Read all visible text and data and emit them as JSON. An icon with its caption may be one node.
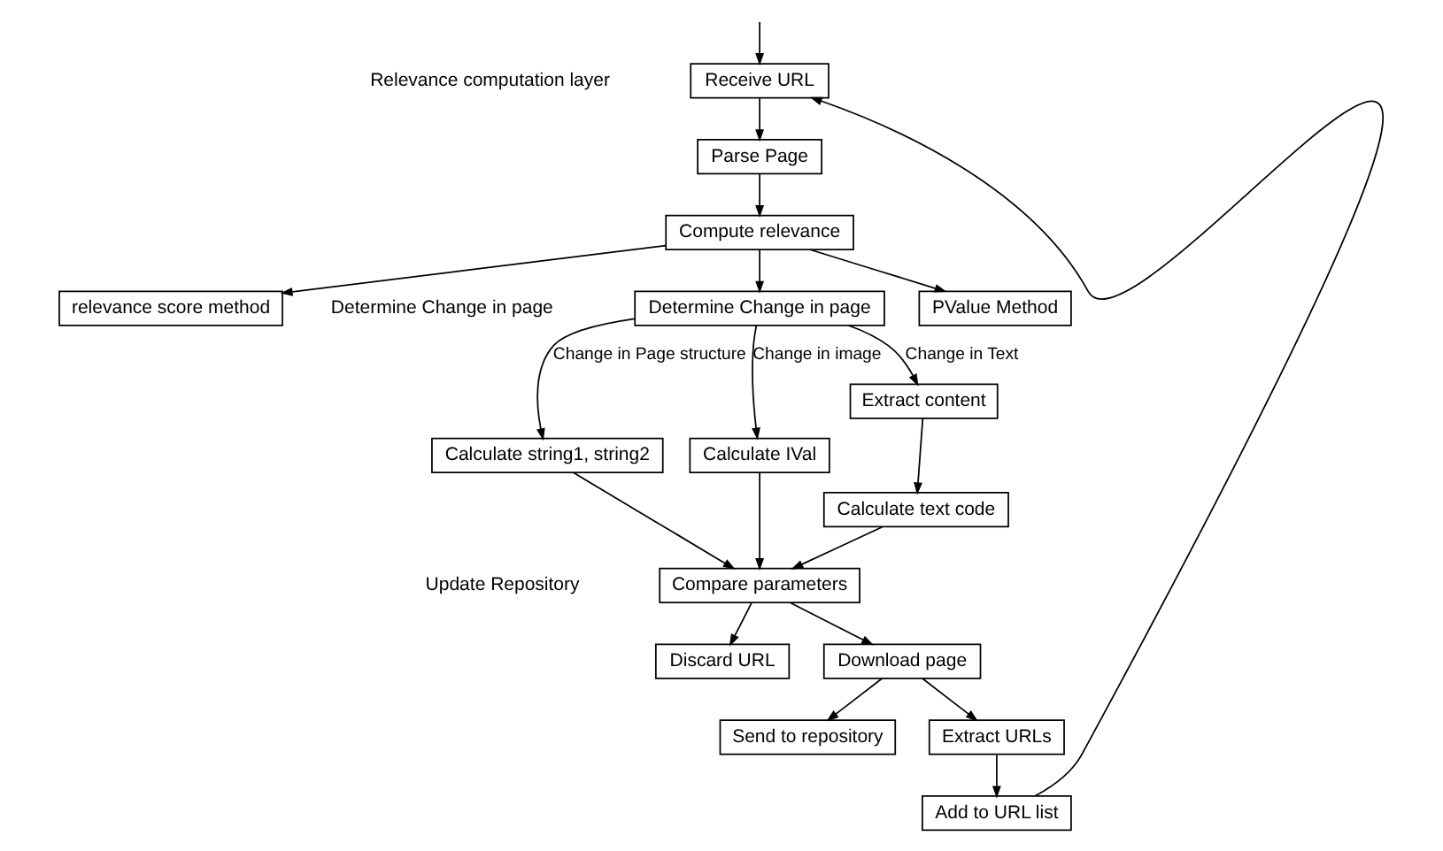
{
  "diagram": {
    "nodes": [
      {
        "text": [
          "Receive URL"
        ]
      },
      {
        "text": [
          "Parse Page"
        ]
      },
      {
        "text": [
          "Compute relevance"
        ]
      },
      {
        "text": [
          "PValue Method"
        ]
      },
      {
        "text": [
          "relevance score method"
        ]
      },
      {
        "text": [
          "Determine Change in page"
        ]
      },
      {
        "text": [
          "Extract content"
        ]
      },
      {
        "text": [
          "Calculate string1, string2"
        ]
      },
      {
        "text": [
          "Calculate IVal"
        ]
      },
      {
        "text": [
          "Calculate text code"
        ]
      },
      {
        "text": [
          "Compare parameters"
        ]
      },
      {
        "text": [
          "Download page"
        ]
      },
      {
        "text": [
          "Discard URL"
        ]
      },
      {
        "text": [
          "Extract URLs"
        ]
      },
      {
        "text": [
          "Send to repository"
        ]
      },
      {
        "text": [
          "Add to URL list"
        ]
      }
    ],
    "edges": [
      {
        "from": null,
        "to": 0,
        "arrow": "to"
      },
      {
        "from": 0,
        "to": 1,
        "arrow": "to"
      },
      {
        "from": 1,
        "to": 2,
        "arrow": "to"
      },
      {
        "from": 2,
        "to": 3,
        "arrow": "to"
      },
      {
        "from": 2,
        "to": 4,
        "arrow": "to"
      },
      {
        "from": 2,
        "to": 5,
        "arrow": "to"
      },
      {
        "from": 5,
        "to": 6,
        "arrow": "to",
        "label": "Change in Text"
      },
      {
        "from": 5,
        "to": 7,
        "arrow": "to",
        "label": "Change in Page structure"
      },
      {
        "from": 5,
        "to": 8,
        "arrow": "to",
        "label": "Change in image"
      },
      {
        "from": 6,
        "to": 9,
        "arrow": "to"
      },
      {
        "from": 9,
        "to": 10,
        "arrow": "to"
      },
      {
        "from": 7,
        "to": 10,
        "arrow": "to"
      },
      {
        "from": 8,
        "to": 10,
        "arrow": "to"
      },
      {
        "from": 10,
        "to": 11,
        "arrow": "to"
      },
      {
        "from": 10,
        "to": 12,
        "arrow": "to"
      },
      {
        "from": 11,
        "to": 13,
        "arrow": "to"
      },
      {
        "from": 11,
        "to": 14,
        "arrow": "to"
      },
      {
        "from": 13,
        "to": 15,
        "arrow": "to"
      },
      {
        "from": 15,
        "to": 0,
        "arrow": "to"
      }
    ],
    "labels": [
      "Relevance computation layer",
      "Determine Change in page",
      "Update Repository"
    ]
  }
}
